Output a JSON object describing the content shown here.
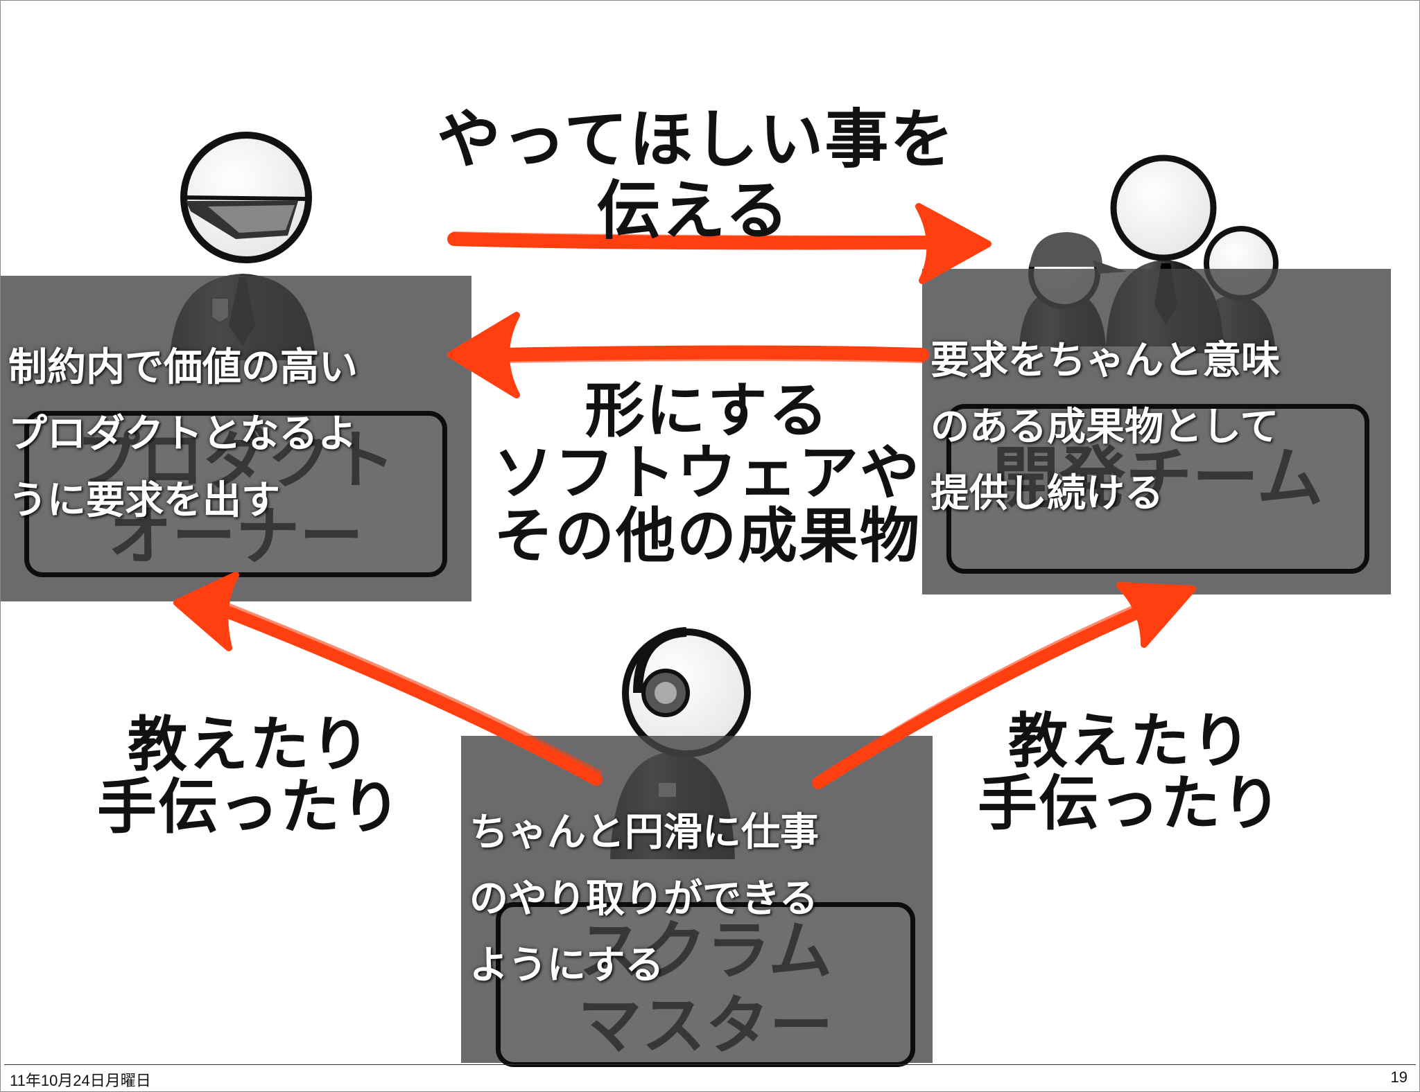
{
  "slide": {
    "top_label": [
      "やってほしい事を",
      "伝える"
    ],
    "middle_label": [
      "形にする",
      "ソフトウェアや",
      "その他の成果物"
    ],
    "left_bottom_label": [
      "教えたり",
      "手伝ったり"
    ],
    "right_bottom_label": [
      "教えたり",
      "手伝ったり"
    ],
    "product_owner": {
      "role_label": [
        "プロダクト",
        "オーナー"
      ],
      "description": [
        "制約内で価値の高い",
        "プロダクトとなるよ",
        "うに要求を出す"
      ]
    },
    "dev_team": {
      "role_label": [
        "開発チーム"
      ],
      "description": [
        "要求をちゃんと意味",
        "のある成果物として",
        "提供し続ける"
      ]
    },
    "scrum_master": {
      "role_label": [
        "スクラム",
        "マスター"
      ],
      "description": [
        "ちゃんと円滑に仕事",
        "のやり取りができる",
        "ようにする"
      ]
    }
  },
  "footer": {
    "date": "11年10月24日月曜日",
    "page_number": "19"
  },
  "colors": {
    "arrow": "#ff3f10",
    "overlay": "#464648",
    "text_dark": "#111111",
    "text_light": "#ffffff"
  },
  "icons": [
    "person-sunglasses-icon",
    "person-group-icon",
    "person-headset-icon"
  ]
}
